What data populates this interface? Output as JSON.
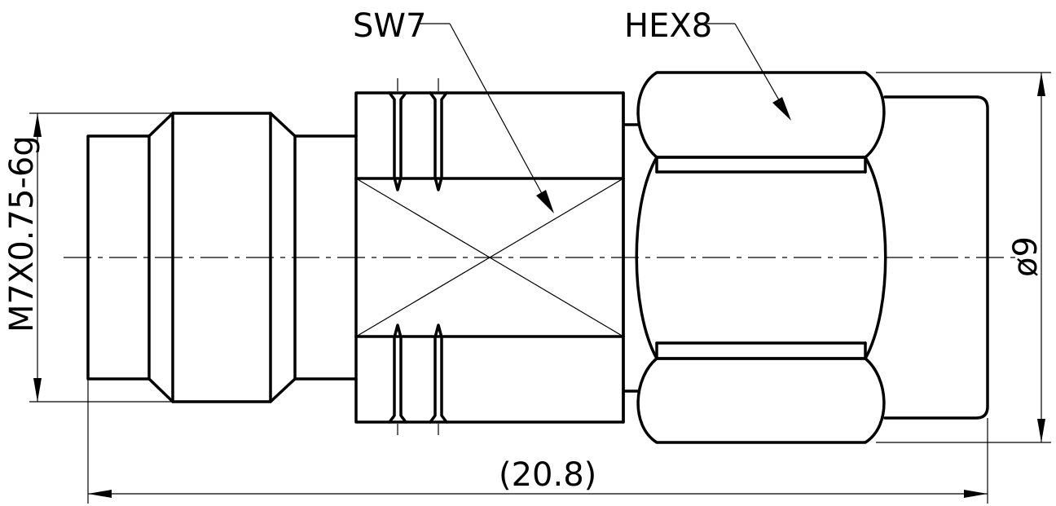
{
  "labels": {
    "wrench_flat": "SW7",
    "hex": "HEX8",
    "thread": "M7X0.75-6g",
    "diameter": "ø9",
    "length": "(20.8)"
  }
}
